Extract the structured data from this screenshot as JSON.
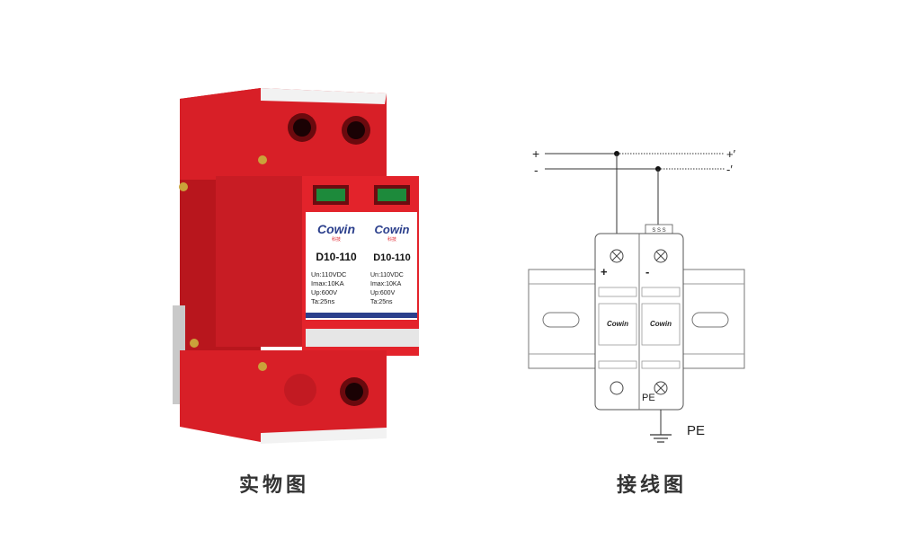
{
  "product": {
    "brand": "Cowin",
    "brand_sub": "科技",
    "model": "D10-110",
    "specs": [
      "Un:110VDC",
      "Imax:10KA",
      "Up:600V",
      "Ta:25ns"
    ],
    "body_color": "#e0222a",
    "label_accent": "#2b3f8c",
    "window_color": "#1d8a3b"
  },
  "diagram": {
    "plus_in": "+",
    "minus_in": "-",
    "plus_out": "+′",
    "minus_out": "-′",
    "pole_plus": "+",
    "pole_minus": "-",
    "brand": "Cowin",
    "pe_inner": "PE",
    "pe_outer": "PE",
    "contacts": "S S S"
  },
  "captions": {
    "left": "实物图",
    "right": "接线图"
  }
}
